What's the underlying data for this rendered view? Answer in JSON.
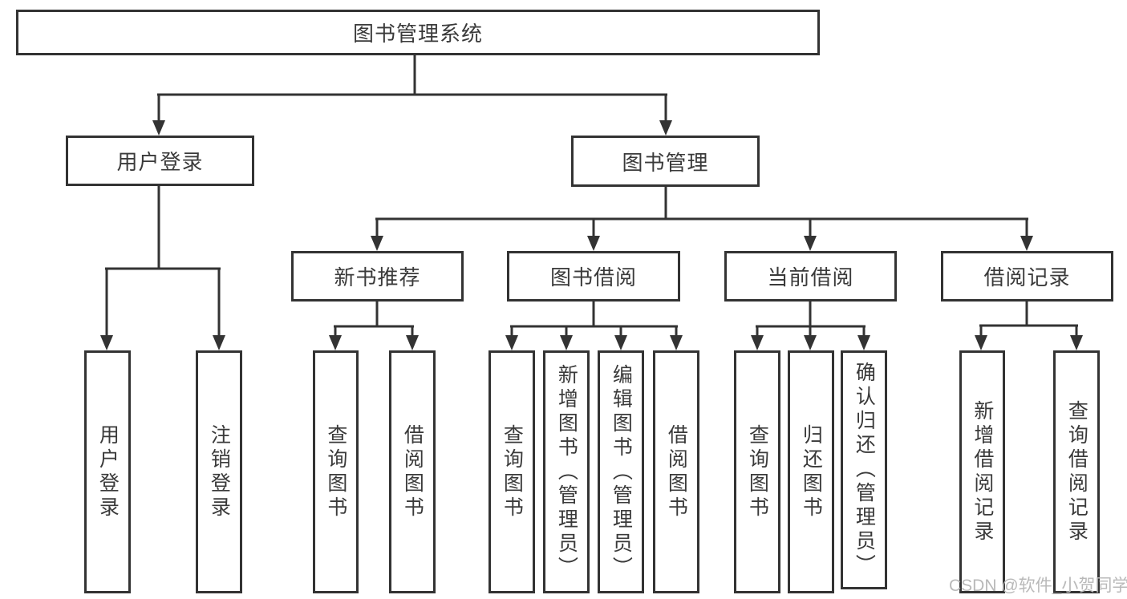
{
  "colors": {
    "line": "#333333",
    "box_border": "#333333",
    "text": "#3a3a3a",
    "background": "#ffffff",
    "watermark": "#b9b9b9"
  },
  "watermark": "CSDN @软件_小贺同学",
  "root": {
    "label": "图书管理系统",
    "children": [
      {
        "label": "用户登录",
        "children": [
          {
            "label": "用户登录"
          },
          {
            "label": "注销登录"
          }
        ]
      },
      {
        "label": "图书管理",
        "children": [
          {
            "label": "新书推荐",
            "children": [
              {
                "label": "查询图书"
              },
              {
                "label": "借阅图书"
              }
            ]
          },
          {
            "label": "图书借阅",
            "children": [
              {
                "label": "查询图书"
              },
              {
                "label": "新增图书（管理员）"
              },
              {
                "label": "编辑图书（管理员）"
              },
              {
                "label": "借阅图书"
              }
            ]
          },
          {
            "label": "当前借阅",
            "children": [
              {
                "label": "查询图书"
              },
              {
                "label": "归还图书"
              },
              {
                "label": "确认归还（管理员）"
              }
            ]
          },
          {
            "label": "借阅记录",
            "children": [
              {
                "label": "新增借阅记录"
              },
              {
                "label": "查询借阅记录"
              }
            ]
          }
        ]
      }
    ]
  }
}
